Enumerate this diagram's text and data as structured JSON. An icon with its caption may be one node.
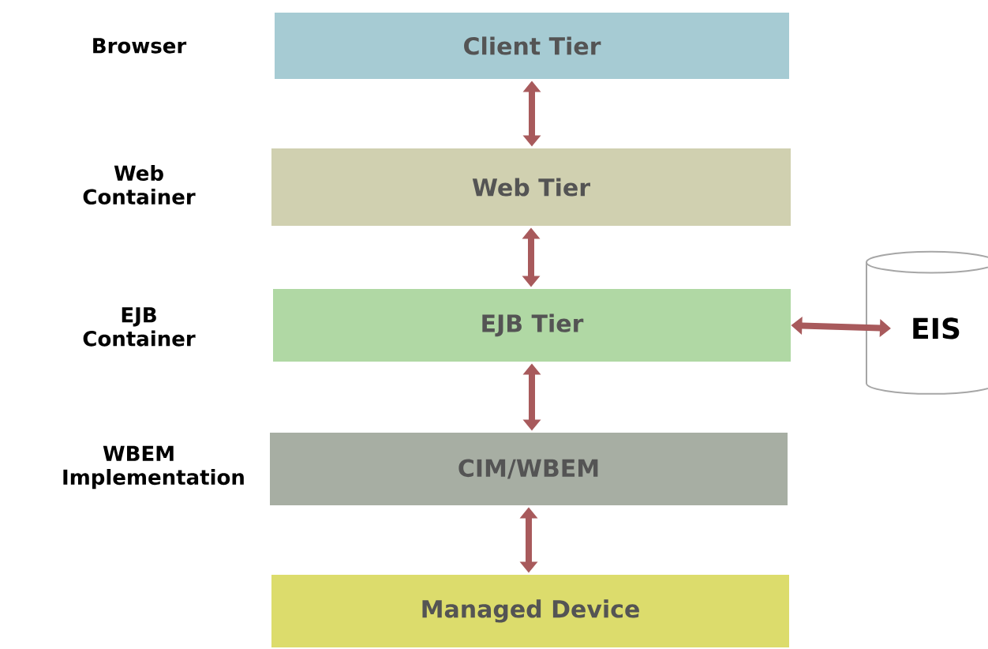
{
  "diagram": {
    "nodes": [
      {
        "text": [
          "Client Tier"
        ]
      },
      {
        "text": [
          "Web Tier"
        ]
      },
      {
        "text": [
          "EJB Tier"
        ]
      },
      {
        "text": [
          "CIM/WBEM"
        ]
      },
      {
        "text": [
          "Managed Device"
        ]
      },
      {
        "text": [
          "EIS"
        ]
      }
    ],
    "edges": [
      {
        "from": 0,
        "to": 1,
        "arrow": "both"
      },
      {
        "from": 1,
        "to": 2,
        "arrow": "both"
      },
      {
        "from": 2,
        "to": 3,
        "arrow": "both"
      },
      {
        "from": 3,
        "to": 4,
        "arrow": "both"
      },
      {
        "from": 2,
        "to": 5,
        "arrow": "both"
      }
    ],
    "labels": [
      "Browser",
      "Web Container",
      "EJB Container",
      "WBEM Implementation"
    ]
  }
}
